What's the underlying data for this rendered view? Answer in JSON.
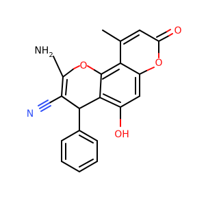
{
  "molecule": {
    "atoms": {
      "nh2": {
        "label": "NH",
        "subscript": "2"
      },
      "o_pyran": {
        "label": "O"
      },
      "o_lactone_ring": {
        "label": "O"
      },
      "o_carbonyl": {
        "label": "O"
      },
      "n_nitrile": {
        "label": "N"
      },
      "oh": {
        "label": "OH"
      }
    },
    "colors": {
      "bond": "#000000",
      "oxygen": "#ff0d0d",
      "nitrogen": "#3050f8"
    }
  }
}
